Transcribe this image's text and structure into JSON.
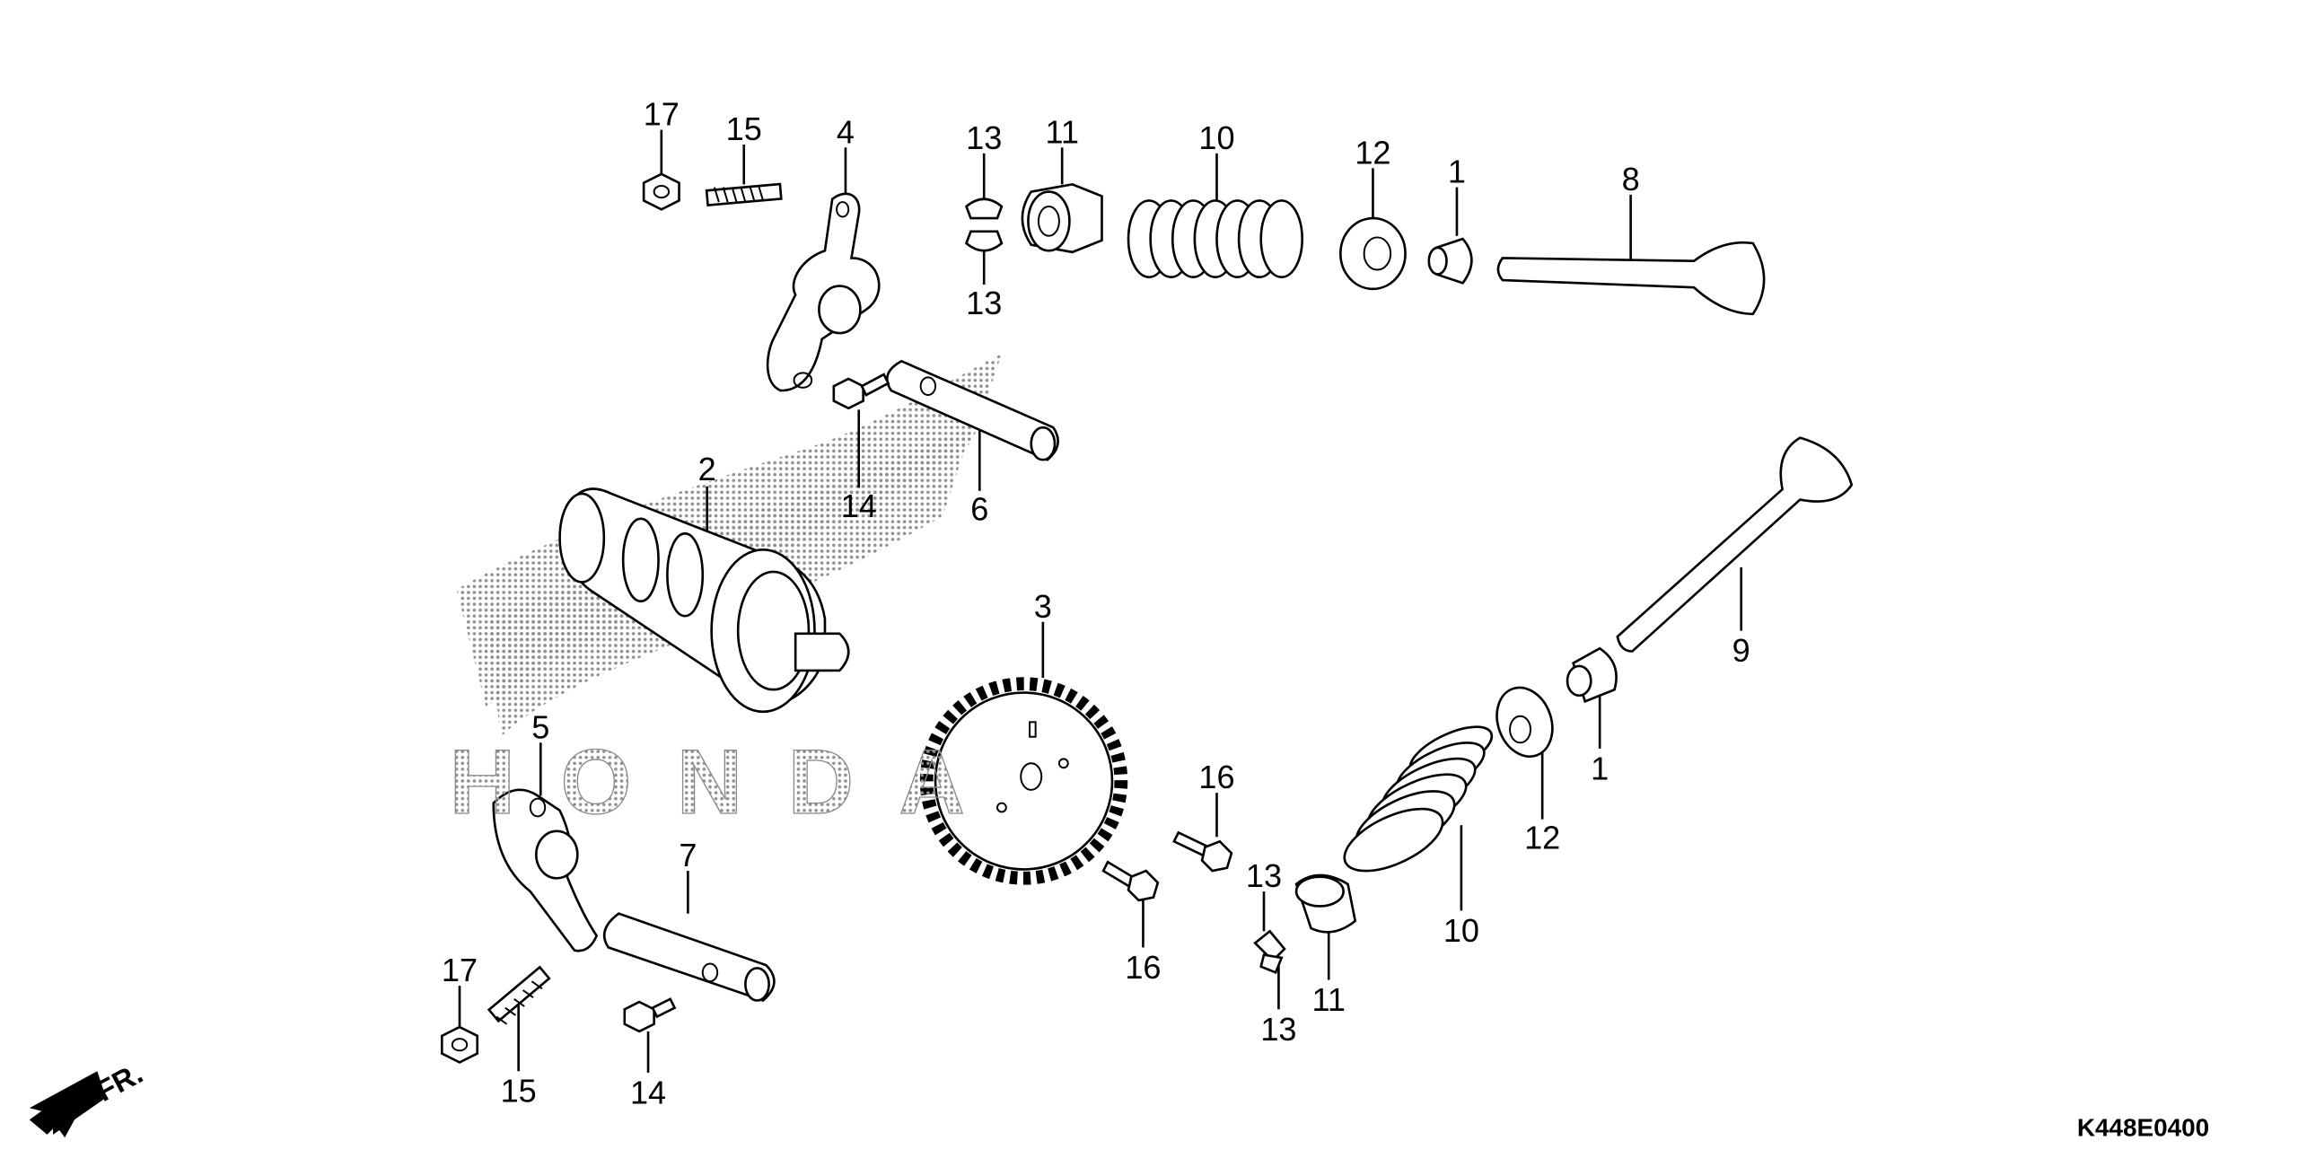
{
  "diagram": {
    "code": "K448E0400",
    "front_indicator": "FR.",
    "watermark": "HONDA",
    "callouts": [
      {
        "id": "17a",
        "label": "17"
      },
      {
        "id": "15a",
        "label": "15"
      },
      {
        "id": "4",
        "label": "4"
      },
      {
        "id": "13a",
        "label": "13"
      },
      {
        "id": "13b",
        "label": "13"
      },
      {
        "id": "11a",
        "label": "11"
      },
      {
        "id": "10a",
        "label": "10"
      },
      {
        "id": "12a",
        "label": "12"
      },
      {
        "id": "1a",
        "label": "1"
      },
      {
        "id": "8",
        "label": "8"
      },
      {
        "id": "2",
        "label": "2"
      },
      {
        "id": "14a",
        "label": "14"
      },
      {
        "id": "6",
        "label": "6"
      },
      {
        "id": "3",
        "label": "3"
      },
      {
        "id": "9",
        "label": "9"
      },
      {
        "id": "5",
        "label": "5"
      },
      {
        "id": "16a",
        "label": "16"
      },
      {
        "id": "1b",
        "label": "1"
      },
      {
        "id": "12b",
        "label": "12"
      },
      {
        "id": "7",
        "label": "7"
      },
      {
        "id": "13c",
        "label": "13"
      },
      {
        "id": "10b",
        "label": "10"
      },
      {
        "id": "16b",
        "label": "16"
      },
      {
        "id": "11b",
        "label": "11"
      },
      {
        "id": "13d",
        "label": "13"
      },
      {
        "id": "17b",
        "label": "17"
      },
      {
        "id": "15b",
        "label": "15"
      },
      {
        "id": "14b",
        "label": "14"
      }
    ]
  }
}
